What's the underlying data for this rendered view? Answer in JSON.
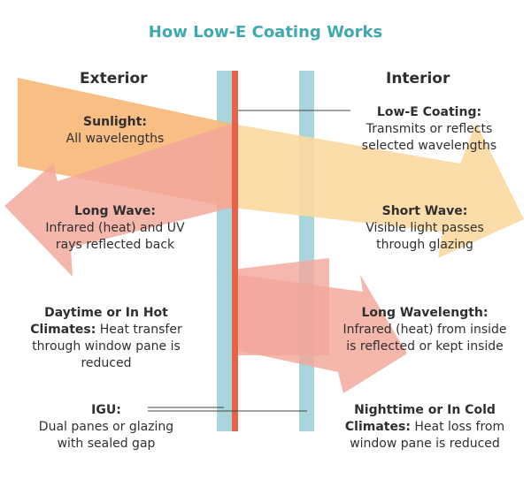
{
  "title": "How Low-E Coating Works",
  "headers": {
    "exterior": "Exterior",
    "interior": "Interior"
  },
  "labels": {
    "sunlight": {
      "heading": "Sunlight:",
      "line1": "All wavelengths"
    },
    "low_e": {
      "heading": "Low-E Coating:",
      "line1": "Transmits or reflects",
      "line2": "selected wavelengths"
    },
    "long_wave": {
      "heading": "Long Wave:",
      "line1": "Infrared (heat) and UV",
      "line2": "rays reflected back"
    },
    "short_wave": {
      "heading": "Short Wave:",
      "line1": "Visible light passes",
      "line2": "through glazing"
    },
    "daytime": {
      "heading_l1": "Daytime or In Hot",
      "heading_l2": "Climates:",
      "rest_l2": " Heat transfer",
      "line3": "through window pane is",
      "line4": "reduced"
    },
    "long_wavelength": {
      "heading": "Long Wavelength:",
      "line1": "Infrared (heat) from inside",
      "line2": "is reflected or kept inside"
    },
    "igu": {
      "heading": "IGU:",
      "line1": "Dual panes or glazing",
      "line2": "with sealed gap"
    },
    "nighttime": {
      "heading_l1": "Nighttime or In Cold",
      "heading_l2": "Climates:",
      "rest_l2": " Heat loss from",
      "line3": "window pane is reduced"
    }
  },
  "colors": {
    "title": "#3fa8b0",
    "glass": "#a9d6dc",
    "coating": "#e8624a",
    "sunlight_arrow": "#f7b97a",
    "short_wave_arrow": "#fcd9a0",
    "long_wave_arrow": "#f3a69a",
    "text": "#2f2f2f"
  }
}
